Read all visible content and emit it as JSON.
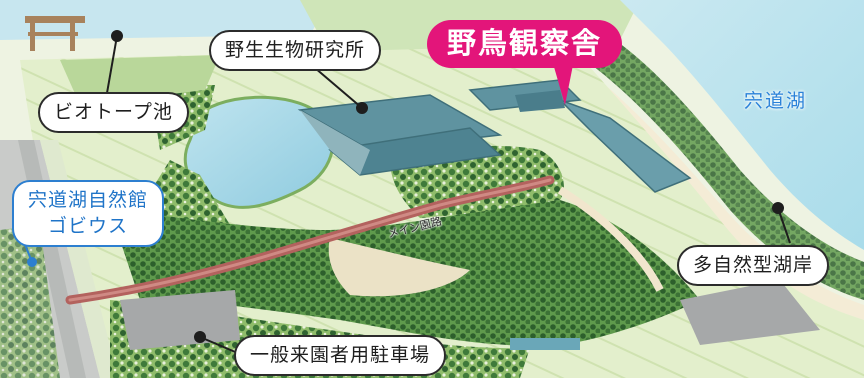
{
  "map": {
    "labels": {
      "biotope_pond": "ビオトープ池",
      "wildlife_research": "野生生物研究所",
      "bird_observatory": "野鳥観察舎",
      "museum_line1": "宍道湖自然館",
      "museum_line2": "ゴビウス",
      "main_path": "メイン園路",
      "lakeshore": "多自然型湖岸",
      "parking": "一般来園者用駐車場",
      "lake": "宍道湖"
    },
    "colors": {
      "featured_label": "#e3157a",
      "museum_border": "#2d7fd0",
      "lake_text": "#2b82d9",
      "water": "#9fd3e6",
      "grass": "#d6e8b3",
      "path": "#b3625e",
      "roof": "#5f93a0"
    }
  }
}
